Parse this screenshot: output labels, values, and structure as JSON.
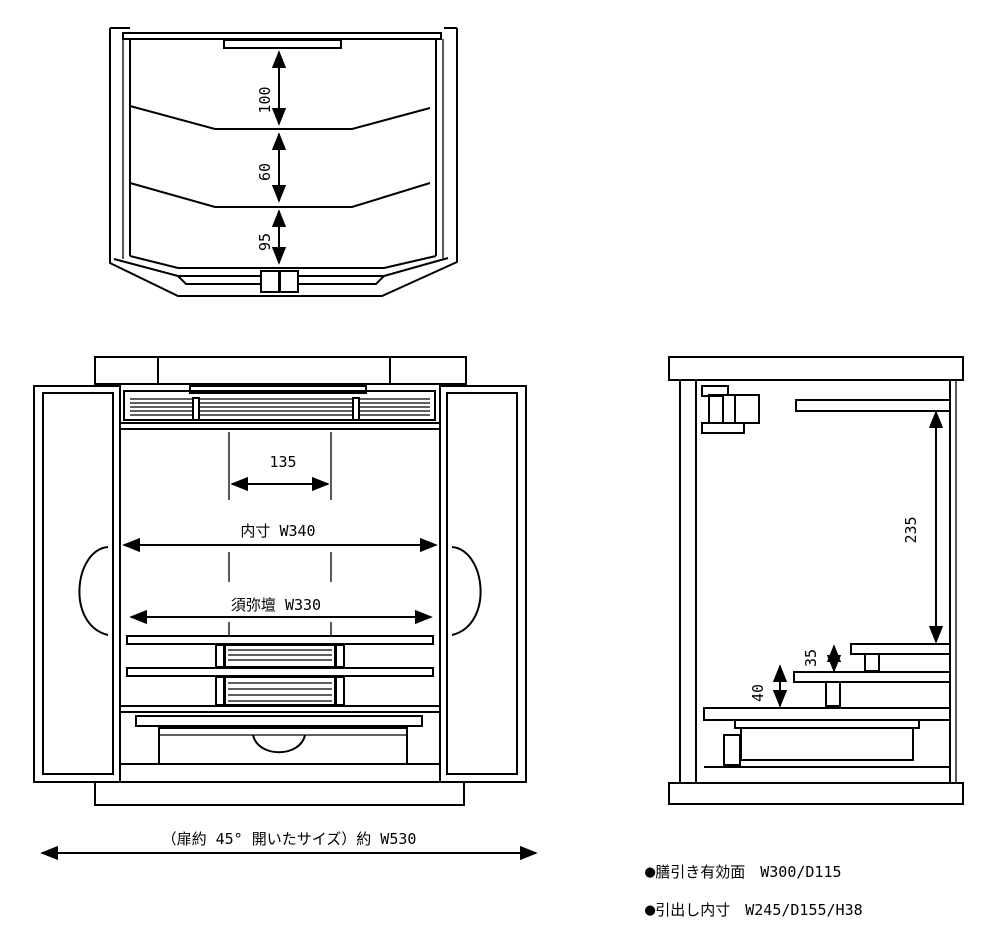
{
  "top_view": {
    "dim_top": "100",
    "dim_middle": "60",
    "dim_bottom": "95"
  },
  "front_view": {
    "dim_inner_column": "135",
    "dim_inner_width": "内寸 W340",
    "dim_altar_width": "須弥壇 W330",
    "open_width_caption": "（扉約 45° 開いたサイズ）約 W530"
  },
  "side_view": {
    "dim_height": "235",
    "dim_step_upper": "35",
    "dim_step_lower": "40"
  },
  "specs": [
    {
      "bullet": "●",
      "text": "膳引き有効面　W300/D115"
    },
    {
      "bullet": "●",
      "text": "引出し内寸　W245/D155/H38"
    }
  ]
}
